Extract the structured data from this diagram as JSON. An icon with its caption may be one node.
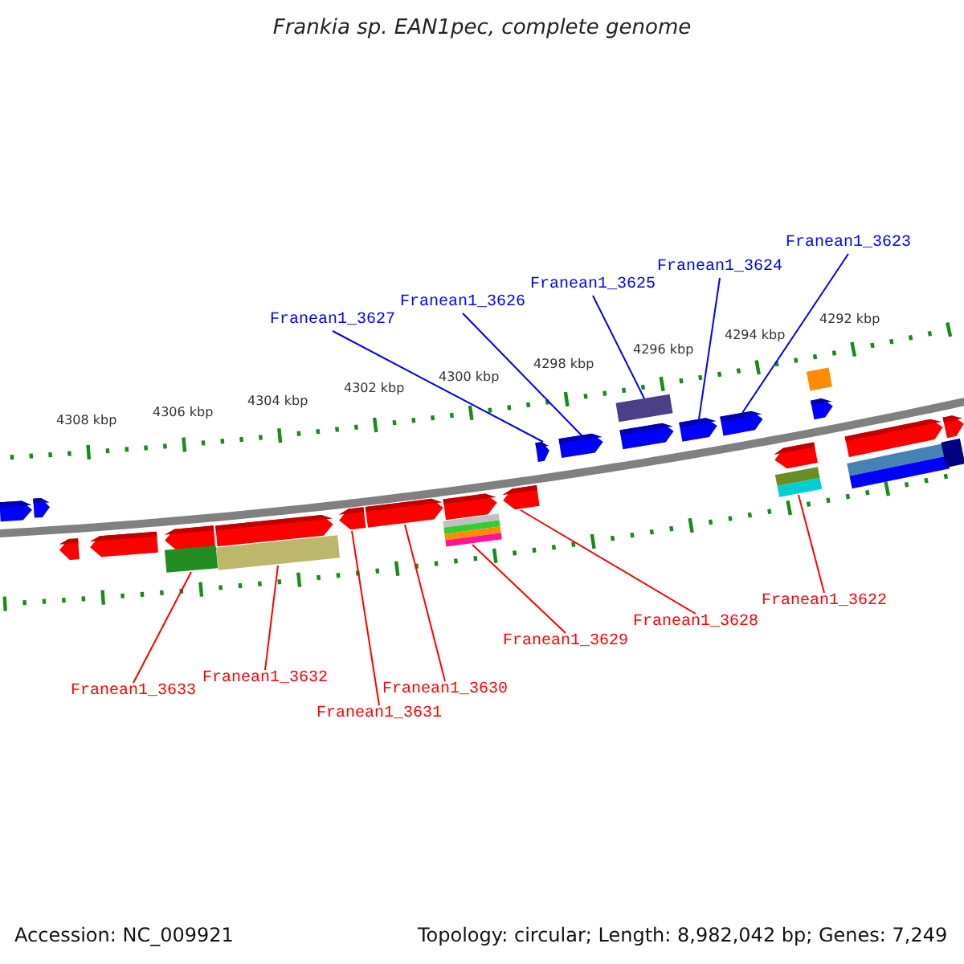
{
  "diagram": {
    "title": "Frankia sp. EAN1pec, complete genome",
    "nodes": [
      {
        "text": [
          "Franean1_3623"
        ]
      },
      {
        "text": [
          "Franean1_3624"
        ]
      },
      {
        "text": [
          "Franean1_3625"
        ]
      },
      {
        "text": [
          "Franean1_3626"
        ]
      },
      {
        "text": [
          "Franean1_3627"
        ]
      },
      {
        "text": [
          "Franean1_3622"
        ]
      },
      {
        "text": [
          "Franean1_3628"
        ]
      },
      {
        "text": [
          "Franean1_3629"
        ]
      },
      {
        "text": [
          "Franean1_3632"
        ]
      },
      {
        "text": [
          "Franean1_3630"
        ]
      },
      {
        "text": [
          "Franean1_3633"
        ]
      },
      {
        "text": [
          "Franean1_3631"
        ]
      },
      {
        "text": [],
        "shape": "arrow"
      },
      {
        "text": [],
        "shape": "arrow"
      },
      {
        "text": [],
        "shape": "arrow"
      },
      {
        "text": [],
        "shape": "arrow"
      },
      {
        "text": [],
        "shape": "arrow"
      },
      {
        "text": [],
        "shape": "bar"
      },
      {
        "text": [],
        "shape": "arrow"
      },
      {
        "text": [],
        "shape": "bar"
      },
      {
        "text": [],
        "shape": "arrow"
      },
      {
        "text": [],
        "shape": "arrow"
      },
      {
        "text": [],
        "shape": "arrow"
      },
      {
        "text": [],
        "shape": "bar"
      },
      {
        "text": [],
        "shape": "arrow"
      },
      {
        "text": [],
        "shape": "arrow"
      },
      {
        "text": [],
        "shape": "arrow"
      },
      {
        "text": [],
        "shape": "bar"
      },
      {
        "text": [],
        "shape": "arrow"
      },
      {
        "text": [],
        "shape": "arrow"
      },
      {
        "text": [],
        "shape": "arrow"
      },
      {
        "text": [],
        "shape": "arrow"
      },
      {
        "text": [],
        "shape": "bar"
      },
      {
        "text": [],
        "shape": "bar"
      },
      {
        "text": [],
        "shape": "arrow"
      },
      {
        "text": [],
        "shape": "arrow"
      },
      {
        "text": [],
        "shape": "bar"
      },
      {
        "text": [],
        "shape": "arrow"
      }
    ],
    "edges": [
      {
        "from": 0,
        "to": 30,
        "arrow": "none",
        "color": "#0000ff"
      },
      {
        "from": 1,
        "to": 29,
        "arrow": "none",
        "color": "#0000ff"
      },
      {
        "from": 2,
        "to": 27,
        "arrow": "none",
        "color": "#0000ff"
      },
      {
        "from": 3,
        "to": 26,
        "arrow": "none",
        "color": "#0000ff"
      },
      {
        "from": 4,
        "to": 25,
        "arrow": "none",
        "color": "#0000ff"
      },
      {
        "from": 5,
        "to": 32,
        "arrow": "none"
      },
      {
        "from": 6,
        "to": 24,
        "arrow": "none"
      },
      {
        "from": 7,
        "to": 23,
        "arrow": "none"
      },
      {
        "from": 8,
        "to": 19,
        "arrow": "none"
      },
      {
        "from": 9,
        "to": 21,
        "arrow": "none"
      },
      {
        "from": 10,
        "to": 17,
        "arrow": "none"
      },
      {
        "from": 11,
        "to": 20,
        "arrow": "none"
      }
    ],
    "labels": [
      "4292 kbp",
      "4294 kbp",
      "4296 kbp",
      "4298 kbp",
      "4300 kbp",
      "4302 kbp",
      "4304 kbp",
      "4306 kbp",
      "4308 kbp",
      "Accession: NC_009921",
      "Topology: circular; Length: 8,982,042 bp; Genes: 7,249"
    ]
  }
}
